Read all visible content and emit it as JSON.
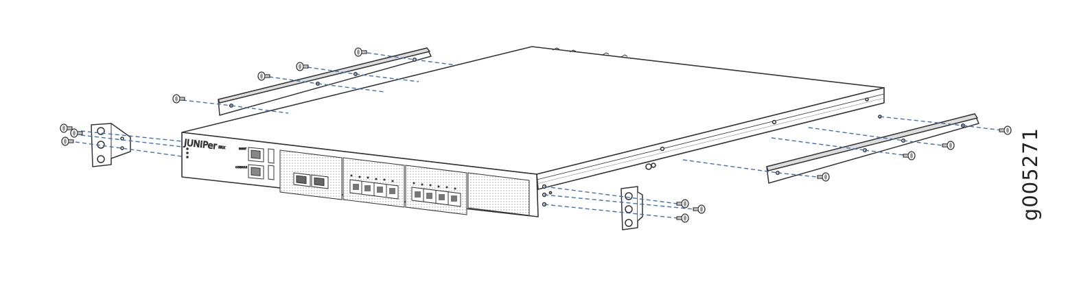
{
  "figure_id": "g005271",
  "device": {
    "brand": "JUNIPer",
    "model": "SRX",
    "port_labels": [
      "MGMT",
      "CONSOLE"
    ]
  },
  "icons": {
    "screw": "screw-icon",
    "front_bracket": "front-mounting-bracket-icon",
    "rear_rail": "rear-mounting-rail-icon"
  },
  "colors": {
    "line": "#333333",
    "guide": "#3f6fb2",
    "fill": "#ffffff",
    "grid": "#bdbdbd"
  }
}
